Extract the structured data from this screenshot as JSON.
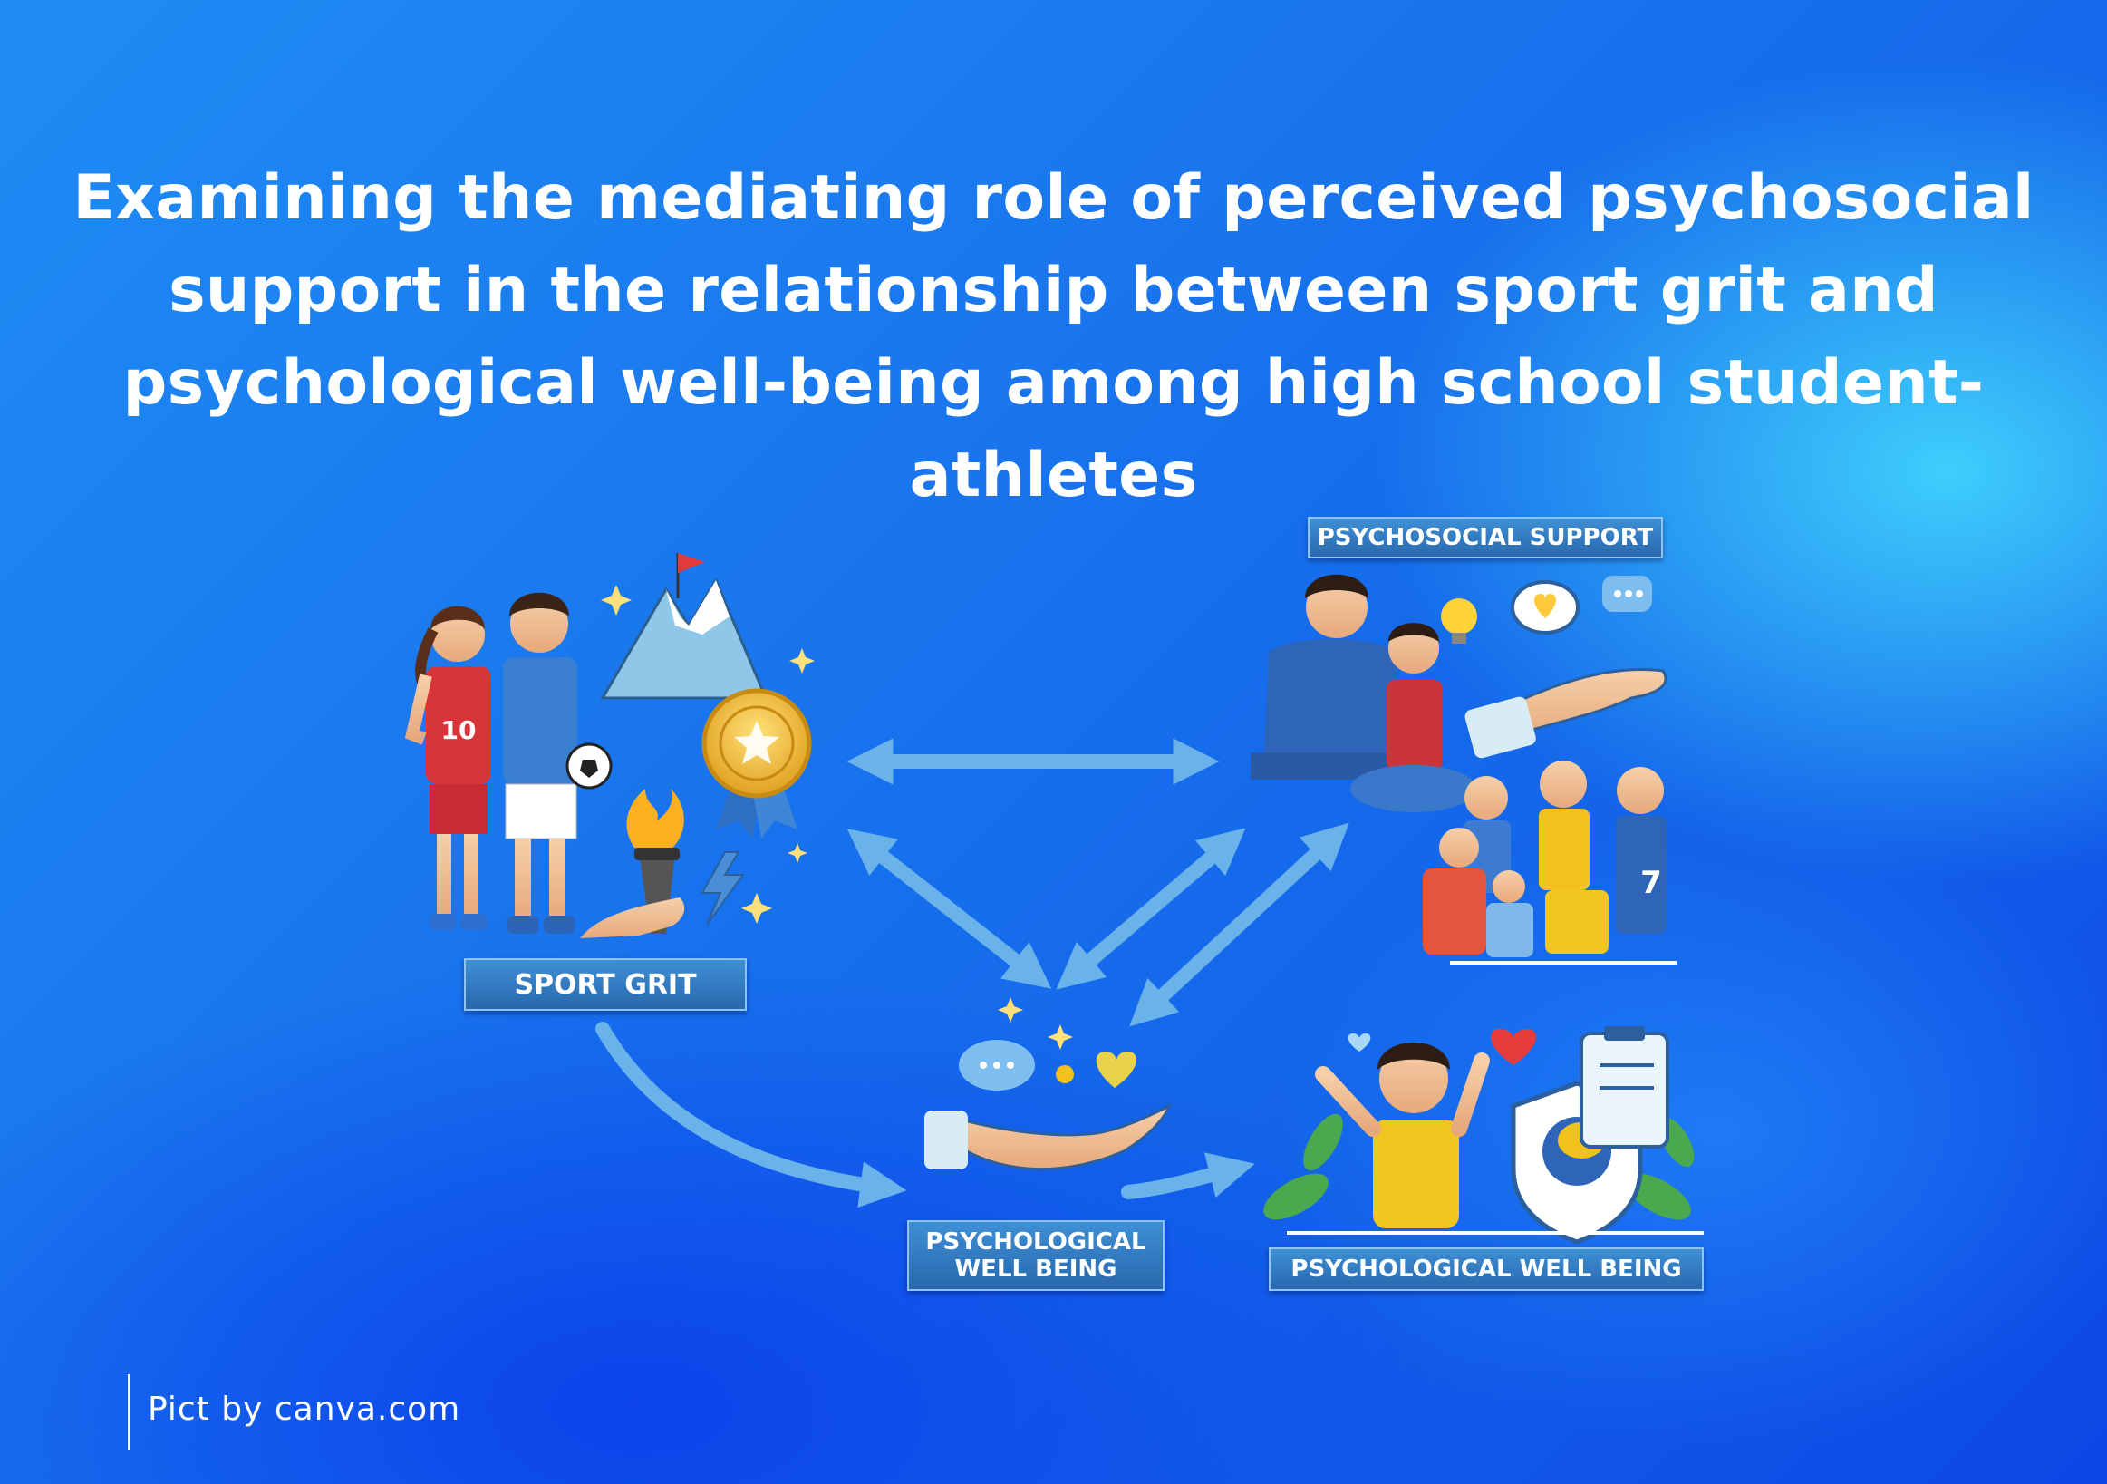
{
  "title": "Examining the mediating role of perceived psychosocial support in the relationship between sport grit and psychological well-being among high school student-athletes",
  "nodes": {
    "sport_grit": "SPORT GRIT",
    "psychosocial_support": "PSYCHOSOCIAL SUPPORT",
    "pwb_middle": "PSYCHOLOGICAL WELL BEING",
    "pwb_right": "PSYCHOLOGICAL WELL BEING"
  },
  "jersey_numbers": {
    "girl": "10",
    "team": "7"
  },
  "credit": "Pict by canva.com",
  "icons": [
    "mountain-flag-icon",
    "medal-icon",
    "torch-icon",
    "lightning-icon",
    "lightbulb-icon",
    "heart-chat-icon",
    "chat-bubble-icon",
    "handshake-icon",
    "open-hand-icon",
    "brain-shield-icon",
    "clipboard-icon",
    "heart-icon"
  ],
  "colors": {
    "background": "#1a78ee",
    "arrow": "#6ab3e8",
    "badge": "#2f78bf",
    "text": "#ffffff"
  }
}
